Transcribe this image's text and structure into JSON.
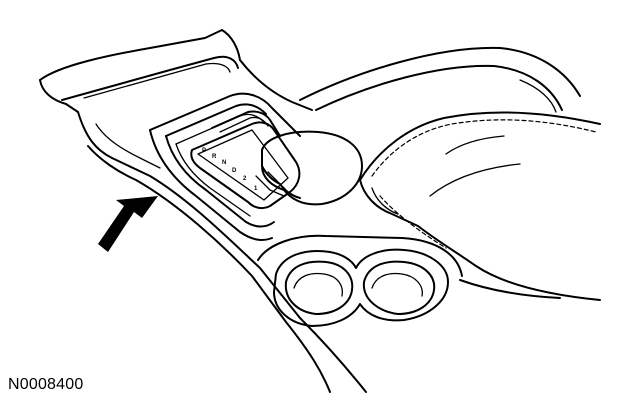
{
  "figure": {
    "reference_number": "N0008400",
    "gear_indicators": [
      "P",
      "R",
      "N",
      "D",
      "2",
      "1"
    ],
    "colors": {
      "line": "#000000",
      "background": "#ffffff",
      "pointer_arrow": "#000000"
    }
  }
}
